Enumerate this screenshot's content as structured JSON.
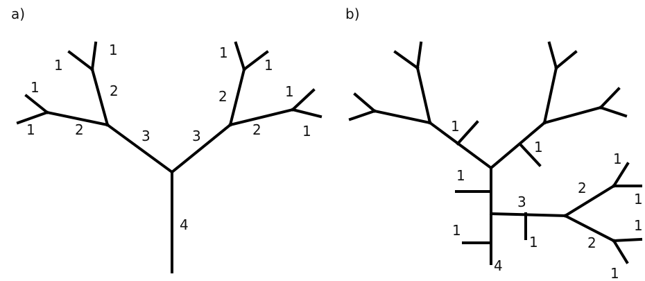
{
  "panels": [
    {
      "id": "a",
      "label": "a)",
      "order_labels": [
        "1",
        "1",
        "1",
        "1",
        "2",
        "2",
        "3",
        "3",
        "2",
        "2",
        "1",
        "1",
        "1",
        "1",
        "4"
      ]
    },
    {
      "id": "b",
      "label": "b)",
      "order_labels": [
        "1",
        "1",
        "1",
        "1",
        "3",
        "1",
        "2",
        "1",
        "1",
        "2",
        "1",
        "4",
        "1"
      ]
    }
  ],
  "colors": {
    "line": "#000000",
    "text": "#111111",
    "background": "#ffffff"
  }
}
